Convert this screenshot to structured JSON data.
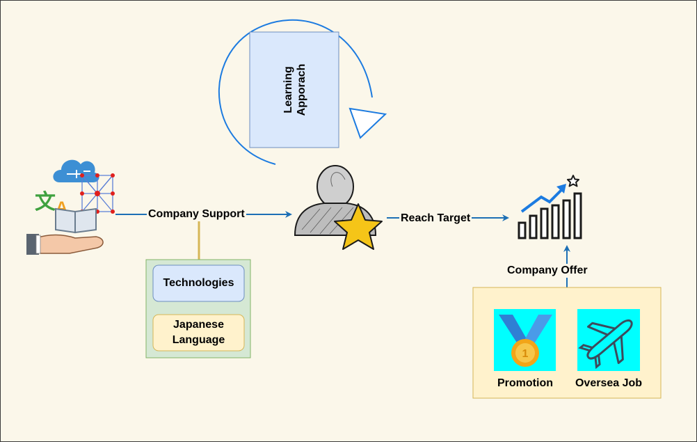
{
  "diagram": {
    "learning_box": "Learning Apporach",
    "learning_box_lines": [
      "Learning",
      "Apporach"
    ],
    "edge_company_support": "Company Support",
    "edge_reach_target": "Reach Target",
    "edge_company_offer": "Company Offer",
    "support_items": [
      "Technologies",
      "Japanese Language"
    ],
    "support_item_japanese_lines": [
      "Japanese",
      "Language"
    ],
    "offer_items": [
      "Promotion",
      "Oversea Job"
    ]
  },
  "colors": {
    "background": "#fbf7ea",
    "arrow": "#1c6fb5",
    "learning_box_fill": "#dae8fc",
    "learning_box_stroke": "#6c8ebf",
    "support_panel_fill": "#d5e8d4",
    "support_panel_stroke": "#82b366",
    "technologies_fill": "#dae8fc",
    "japanese_fill": "#fff2cc",
    "offer_panel_fill": "#fff2cc",
    "offer_panel_stroke": "#d6b656",
    "icon_tile": "#00ffff",
    "connector_gold": "#d6b656"
  },
  "icons": [
    "knowledge-hand-icon",
    "person-star-icon",
    "growth-chart-icon",
    "medal-icon",
    "airplane-icon",
    "cycle-arrow-icon"
  ]
}
